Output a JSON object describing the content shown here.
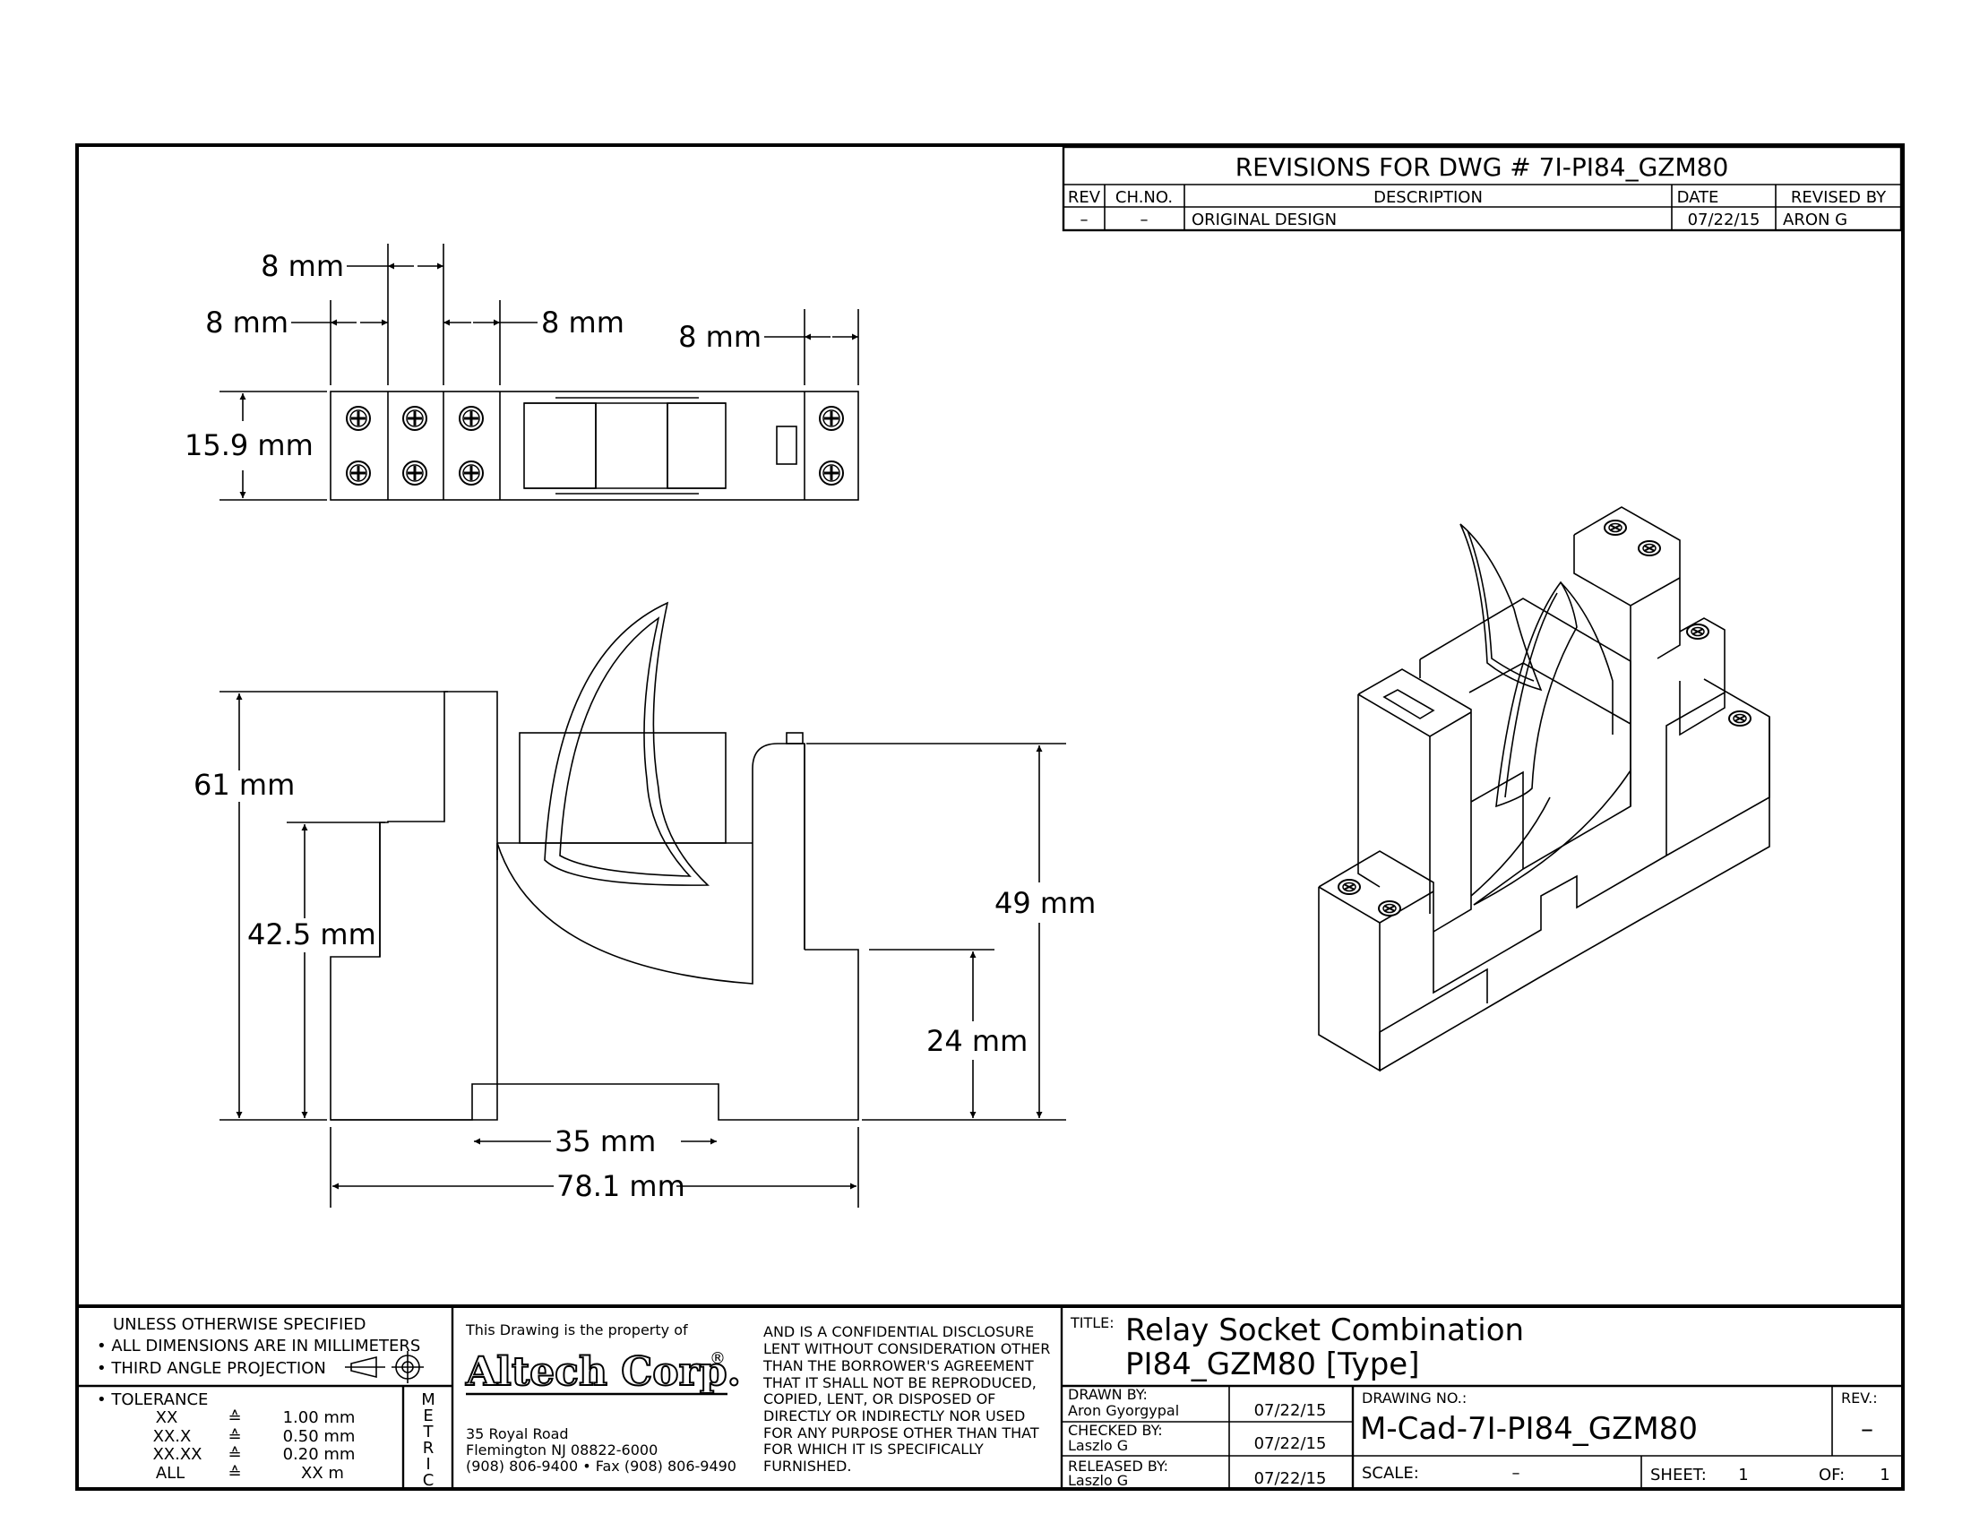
{
  "revisions": {
    "title": "REVISIONS FOR DWG # 7I-PI84_GZM80",
    "headers": {
      "rev": "REV",
      "chno": "CH.NO.",
      "description": "DESCRIPTION",
      "date": "DATE",
      "revised_by": "REVISED BY"
    },
    "rows": [
      {
        "rev": "–",
        "chno": "–",
        "description": "ORIGINAL DESIGN",
        "date": "07/22/15",
        "revised_by": "ARON G"
      }
    ]
  },
  "dimensions": {
    "top_pitch_1": "8 mm",
    "top_pitch_2": "8 mm",
    "top_pitch_3": "8 mm",
    "top_pitch_4": "8 mm",
    "top_height": "15.9 mm",
    "front_total_height": "61 mm",
    "front_step_height": "42.5 mm",
    "front_relay_height": "49 mm",
    "front_base_height": "24 mm",
    "front_rail_width": "35 mm",
    "front_total_width": "78.1 mm"
  },
  "notes": {
    "line1": "UNLESS OTHERWISE SPECIFIED",
    "line2": "• ALL DIMENSIONS ARE IN MILLIMETERS",
    "line3": "• THIRD ANGLE PROJECTION",
    "tolerance_label": "• TOLERANCE",
    "tolerance_rows": [
      {
        "key": "XX",
        "sym": "≙",
        "val": "1.00 mm"
      },
      {
        "key": "XX.X",
        "sym": "≙",
        "val": "0.50 mm"
      },
      {
        "key": "XX.XX",
        "sym": "≙",
        "val": "0.20 mm"
      },
      {
        "key": "ALL",
        "sym": "≙",
        "val": "XX m"
      }
    ],
    "metric_letters": [
      "M",
      "E",
      "T",
      "R",
      "I",
      "C"
    ]
  },
  "company": {
    "property_text": "This Drawing is the property of",
    "logo": "Altech Corp.",
    "logo_mark": "®",
    "address1": "35 Royal Road",
    "address2": "Flemington NJ 08822-6000",
    "phone": "(908) 806-9400 • Fax (908) 806-9490",
    "disclosure": [
      "AND IS A CONFIDENTIAL DISCLOSURE",
      "LENT WITHOUT CONSIDERATION OTHER",
      "THAN THE BORROWER'S AGREEMENT",
      "THAT IT SHALL NOT BE REPRODUCED,",
      "COPIED, LENT, OR DISPOSED OF",
      "DIRECTLY OR INDIRECTLY NOR USED",
      "FOR ANY PURPOSE OTHER THAN THAT",
      "FOR WHICH IT IS SPECIFICALLY",
      "FURNISHED."
    ]
  },
  "title_block": {
    "title_label": "TITLE:",
    "title_line1": "Relay Socket Combination",
    "title_line2": "PI84_GZM80 [Type]",
    "drawn_by_label": "DRAWN BY:",
    "drawn_by": "Aron Gyorgypal",
    "drawn_date": "07/22/15",
    "checked_by_label": "CHECKED BY:",
    "checked_by": "Laszlo G",
    "checked_date": "07/22/15",
    "released_by_label": "RELEASED BY:",
    "released_by": "Laszlo G",
    "released_date": "07/22/15",
    "drawing_no_label": "DRAWING NO.:",
    "drawing_no": "M-Cad-7I-PI84_GZM80",
    "rev_label": "REV.:",
    "rev": "–",
    "scale_label": "SCALE:",
    "scale": "–",
    "sheet_label": "SHEET:",
    "sheet": "1",
    "of_label": "OF:",
    "of": "1"
  }
}
